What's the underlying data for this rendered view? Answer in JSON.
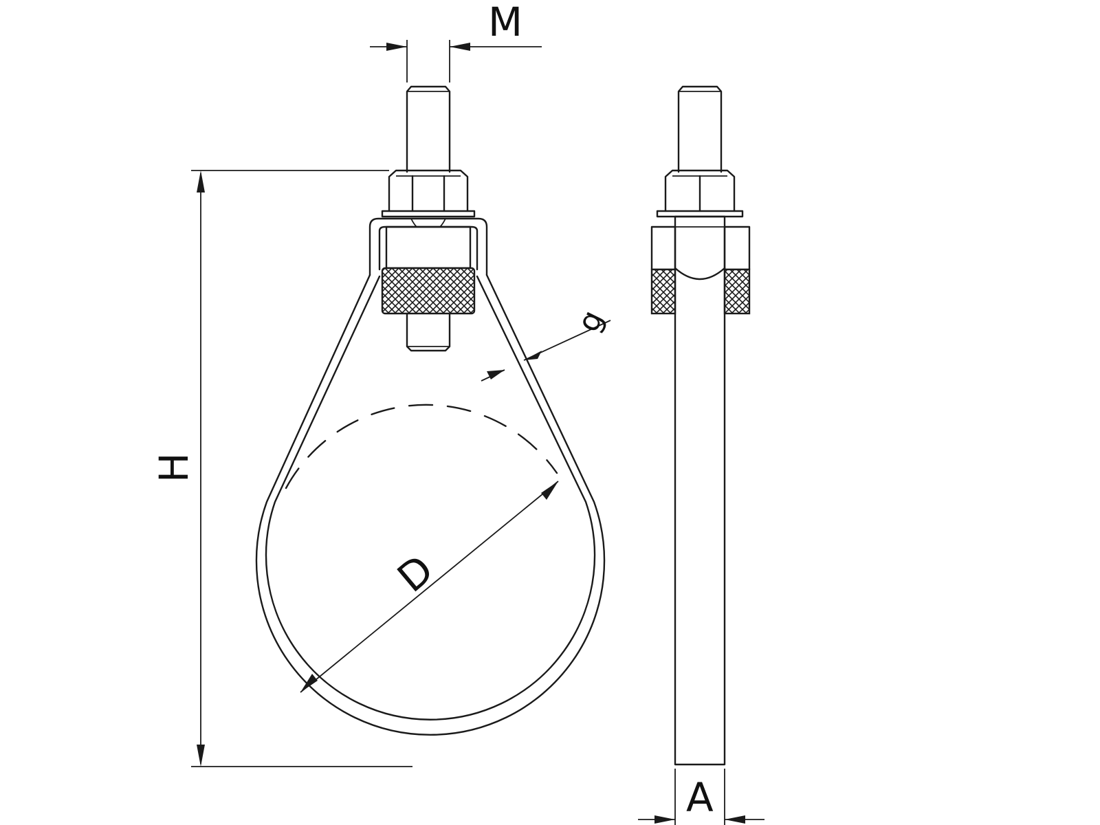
{
  "dimensions": {
    "thread": "M",
    "height": "H",
    "diameter": "D",
    "thickness": "g",
    "width": "A"
  },
  "colors": {
    "line": "#1a1a1a",
    "background": "#ffffff"
  }
}
